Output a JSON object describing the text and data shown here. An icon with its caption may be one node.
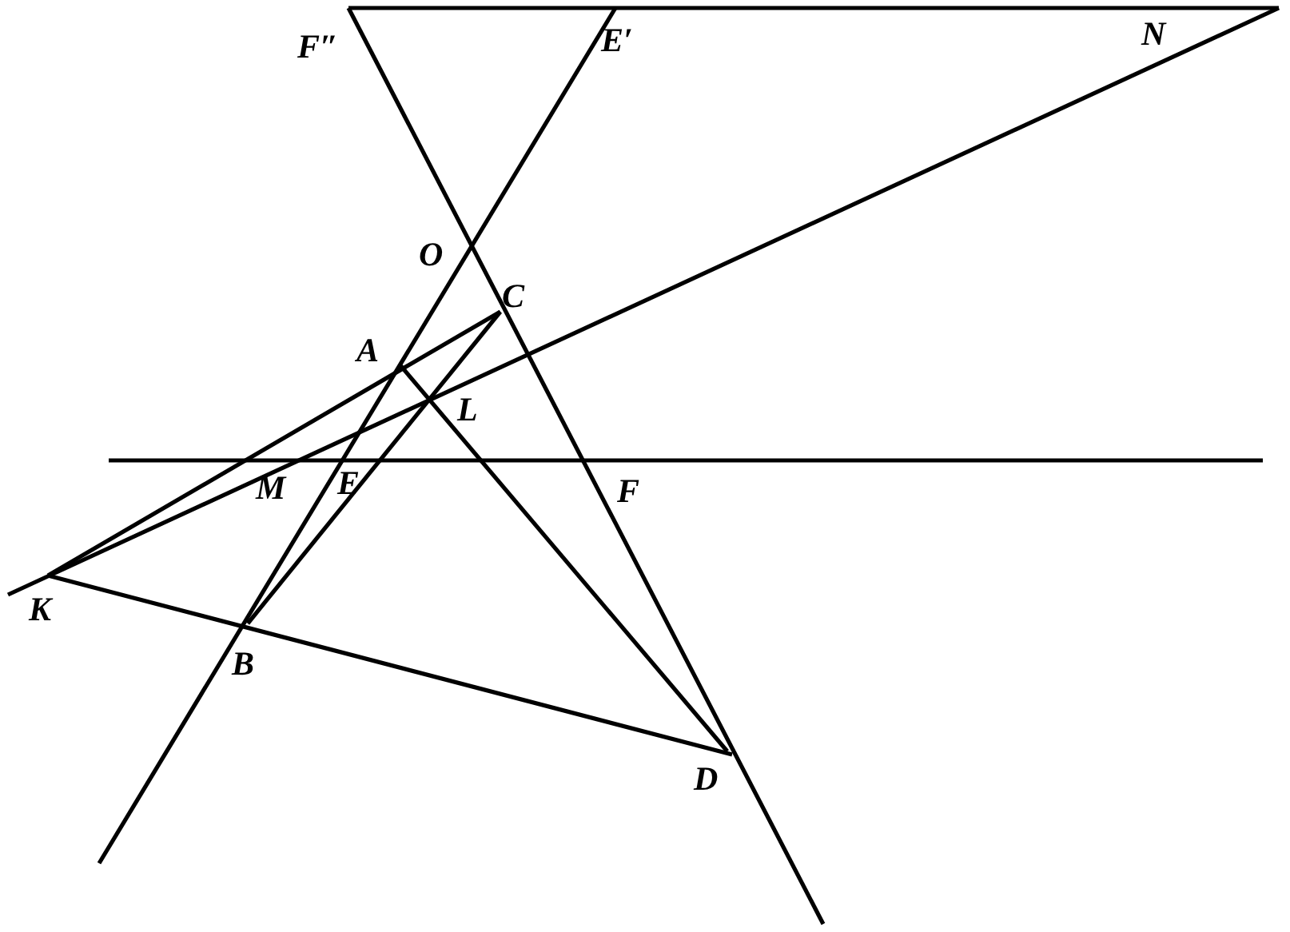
{
  "diagram": {
    "labels": [
      "F″",
      "E′",
      "N",
      "O",
      "C",
      "A",
      "L",
      "M",
      "E",
      "F",
      "K",
      "B",
      "D"
    ]
  }
}
